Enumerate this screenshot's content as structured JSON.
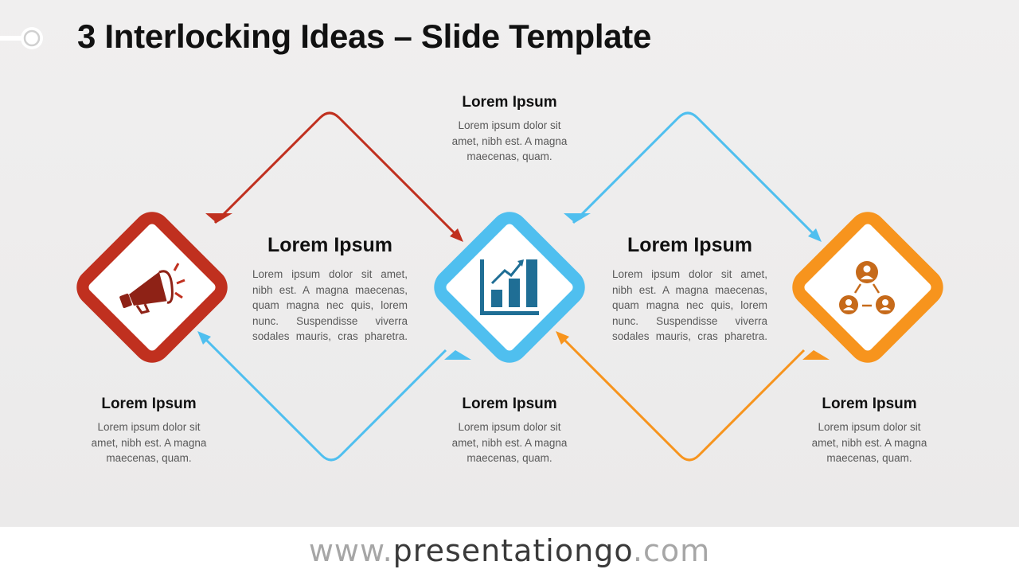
{
  "slide": {
    "title": "3 Interlocking Ideas – Slide Template"
  },
  "colors": {
    "red": "#c0301f",
    "blue": "#4fbfef",
    "orange": "#f7941d",
    "icon_red": "#8e2216",
    "icon_blue": "#1f6e95",
    "icon_orange": "#c66a1a"
  },
  "diagram": {
    "nodes": [
      {
        "id": "idea-1",
        "color": "red",
        "icon": "megaphone-icon"
      },
      {
        "id": "idea-2",
        "color": "blue",
        "icon": "growth-chart-icon"
      },
      {
        "id": "idea-3",
        "color": "orange",
        "icon": "network-people-icon"
      }
    ],
    "connectors": [
      {
        "from": "idea-1",
        "to": "idea-2",
        "color": "red",
        "direction": "over-top"
      },
      {
        "from": "idea-2",
        "to": "idea-1",
        "color": "blue",
        "direction": "under-bottom"
      },
      {
        "from": "idea-2",
        "to": "idea-3",
        "color": "blue",
        "direction": "over-top"
      },
      {
        "from": "idea-3",
        "to": "idea-2",
        "color": "orange",
        "direction": "under-bottom"
      }
    ]
  },
  "text_blocks": {
    "top_center": {
      "heading": "Lorem Ipsum",
      "body": "Lorem ipsum dolor sit amet, nibh est. A magna maecenas, quam."
    },
    "middle_left": {
      "heading": "Lorem Ipsum",
      "body": "Lorem ipsum dolor sit amet, nibh est. A magna maecenas, quam magna nec quis, lorem nunc. Suspendisse viverra sodales mauris, cras pharetra."
    },
    "middle_right": {
      "heading": "Lorem Ipsum",
      "body": "Lorem ipsum dolor sit amet, nibh est. A magna maecenas, quam magna nec quis, lorem nunc. Suspendisse viverra sodales mauris, cras pharetra."
    },
    "bottom_left": {
      "heading": "Lorem Ipsum",
      "body": "Lorem ipsum dolor sit amet, nibh est. A magna maecenas, quam."
    },
    "bottom_center": {
      "heading": "Lorem Ipsum",
      "body": "Lorem ipsum dolor sit amet, nibh est. A magna maecenas, quam."
    },
    "bottom_right": {
      "heading": "Lorem Ipsum",
      "body": "Lorem ipsum dolor sit amet, nibh est. A magna maecenas, quam."
    }
  },
  "footer": {
    "url_prefix": "www.",
    "url_name": "presentationgo",
    "url_suffix": ".com"
  }
}
